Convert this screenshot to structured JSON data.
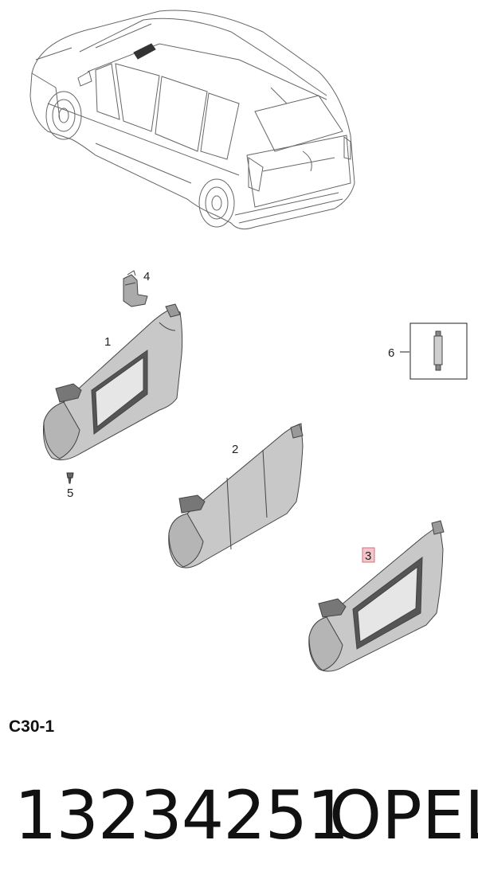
{
  "callouts": {
    "c1": "1",
    "c2": "2",
    "c3": "3",
    "c4": "4",
    "c5": "5",
    "c6": "6"
  },
  "highlighted_callout": "3",
  "colors": {
    "highlight_fill": "#f3c6cc",
    "highlight_stroke": "#d0707c",
    "line": "#555555"
  },
  "section_code": "C30-1",
  "part_number": "13234251",
  "brand": "OPEL"
}
